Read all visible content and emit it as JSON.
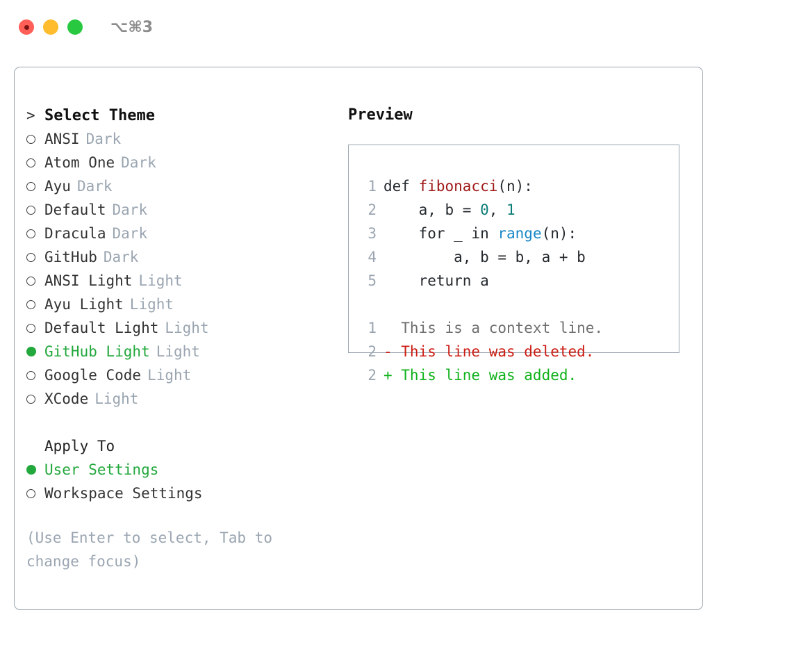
{
  "titlebar": {
    "shortcut": "⌥⌘3",
    "lights": [
      {
        "name": "close",
        "color": "#ff5f57"
      },
      {
        "name": "minimize",
        "color": "#ffbd2e"
      },
      {
        "name": "maximize",
        "color": "#28c840"
      }
    ]
  },
  "theme_picker": {
    "prompt": ">",
    "heading": "Select Theme",
    "items": [
      {
        "marker": "open",
        "label": "ANSI",
        "badge": "Dark",
        "selected": false
      },
      {
        "marker": "open",
        "label": "Atom One",
        "badge": "Dark",
        "selected": false
      },
      {
        "marker": "open",
        "label": "Ayu",
        "badge": "Dark",
        "selected": false
      },
      {
        "marker": "open",
        "label": "Default",
        "badge": "Dark",
        "selected": false
      },
      {
        "marker": "open",
        "label": "Dracula",
        "badge": "Dark",
        "selected": false
      },
      {
        "marker": "open",
        "label": "GitHub",
        "badge": "Dark",
        "selected": false
      },
      {
        "marker": "open",
        "label": "ANSI Light",
        "badge": "Light",
        "selected": false
      },
      {
        "marker": "open",
        "label": "Ayu Light",
        "badge": "Light",
        "selected": false
      },
      {
        "marker": "open",
        "label": "Default Light",
        "badge": "Light",
        "selected": false
      },
      {
        "marker": "filled",
        "label": "GitHub Light",
        "badge": "Light",
        "selected": true
      },
      {
        "marker": "open",
        "label": "Google Code",
        "badge": "Light",
        "selected": false
      },
      {
        "marker": "open",
        "label": "XCode",
        "badge": "Light",
        "selected": false
      }
    ]
  },
  "apply_to": {
    "heading": "Apply To",
    "options": [
      {
        "marker": "filled",
        "label": "User Settings",
        "selected": true
      },
      {
        "marker": "open",
        "label": "Workspace Settings",
        "selected": false
      }
    ]
  },
  "hint": "(Use Enter to select, Tab to change focus)",
  "preview": {
    "title": "Preview",
    "code_lines": [
      {
        "no": "1",
        "segments": [
          {
            "text": "def ",
            "cls": ""
          },
          {
            "text": "fibonacci",
            "cls": "tok-func"
          },
          {
            "text": "(n):",
            "cls": ""
          }
        ]
      },
      {
        "no": "2",
        "segments": [
          {
            "text": "    a, b = ",
            "cls": ""
          },
          {
            "text": "0",
            "cls": "tok-num"
          },
          {
            "text": ", ",
            "cls": ""
          },
          {
            "text": "1",
            "cls": "tok-num"
          }
        ]
      },
      {
        "no": "3",
        "segments": [
          {
            "text": "    for _ in ",
            "cls": ""
          },
          {
            "text": "range",
            "cls": "tok-call"
          },
          {
            "text": "(n):",
            "cls": ""
          }
        ]
      },
      {
        "no": "4",
        "segments": [
          {
            "text": "        a, b = b, a + b",
            "cls": ""
          }
        ]
      },
      {
        "no": "5",
        "segments": [
          {
            "text": "    return a",
            "cls": ""
          }
        ]
      }
    ],
    "diff_lines": [
      {
        "no": "1",
        "text": "  This is a context line.",
        "cls": "diff-ctx"
      },
      {
        "no": "2",
        "text": "- This line was deleted.",
        "cls": "diff-del"
      },
      {
        "no": "2",
        "text": "+ This line was added.",
        "cls": "diff-add"
      }
    ]
  },
  "colors": {
    "accent_green": "#22a83c",
    "muted": "#9aa5b1",
    "text": "#333333",
    "border": "#9aa5b1",
    "diff_add": "#10b21a",
    "diff_del": "#cc1d13"
  }
}
